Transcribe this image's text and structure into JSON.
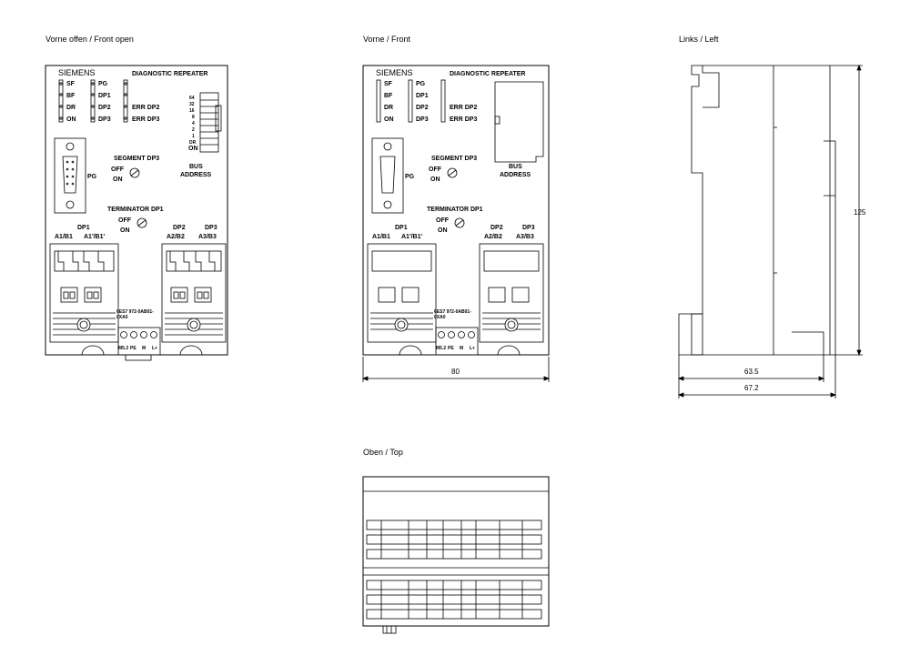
{
  "views": {
    "front_open": "Vorne offen / Front open",
    "front": "Vorne / Front",
    "left": "Links / Left",
    "top": "Oben / Top"
  },
  "device": {
    "brand": "SIEMENS",
    "name": "DIAGNOSTIC REPEATER",
    "leds_left": [
      "SF",
      "BF",
      "DR",
      "ON"
    ],
    "leds_mid": [
      "PG",
      "DP1",
      "DP2",
      "DP3"
    ],
    "leds_err": [
      "ERR DP2",
      "ERR DP3"
    ],
    "address_switch": [
      "64",
      "32",
      "16",
      "8",
      "4",
      "2",
      "1",
      "DR",
      "ON"
    ],
    "bus_address": [
      "BUS",
      "ADDRESS"
    ],
    "segment_label": "SEGMENT DP3",
    "terminator_label": "TERMINATOR DP1",
    "off": "OFF",
    "on": "ON",
    "pg_port": "PG",
    "dp1": "DP1",
    "dp2": "DP2",
    "dp3": "DP3",
    "dp1_terminals": [
      "A1/B1",
      "A1'/B1'"
    ],
    "dp2_terminal": "A2/B2",
    "dp3_terminal": "A3/B3",
    "order_no": [
      "6ES7 972-0AB01-",
      "0XA0"
    ],
    "power_terminals": [
      "M5.2",
      "PE",
      "M",
      "L+"
    ]
  },
  "dimensions": {
    "width_front": "80",
    "height_side": "125",
    "depth_1": "63.5",
    "depth_2": "67.2"
  }
}
